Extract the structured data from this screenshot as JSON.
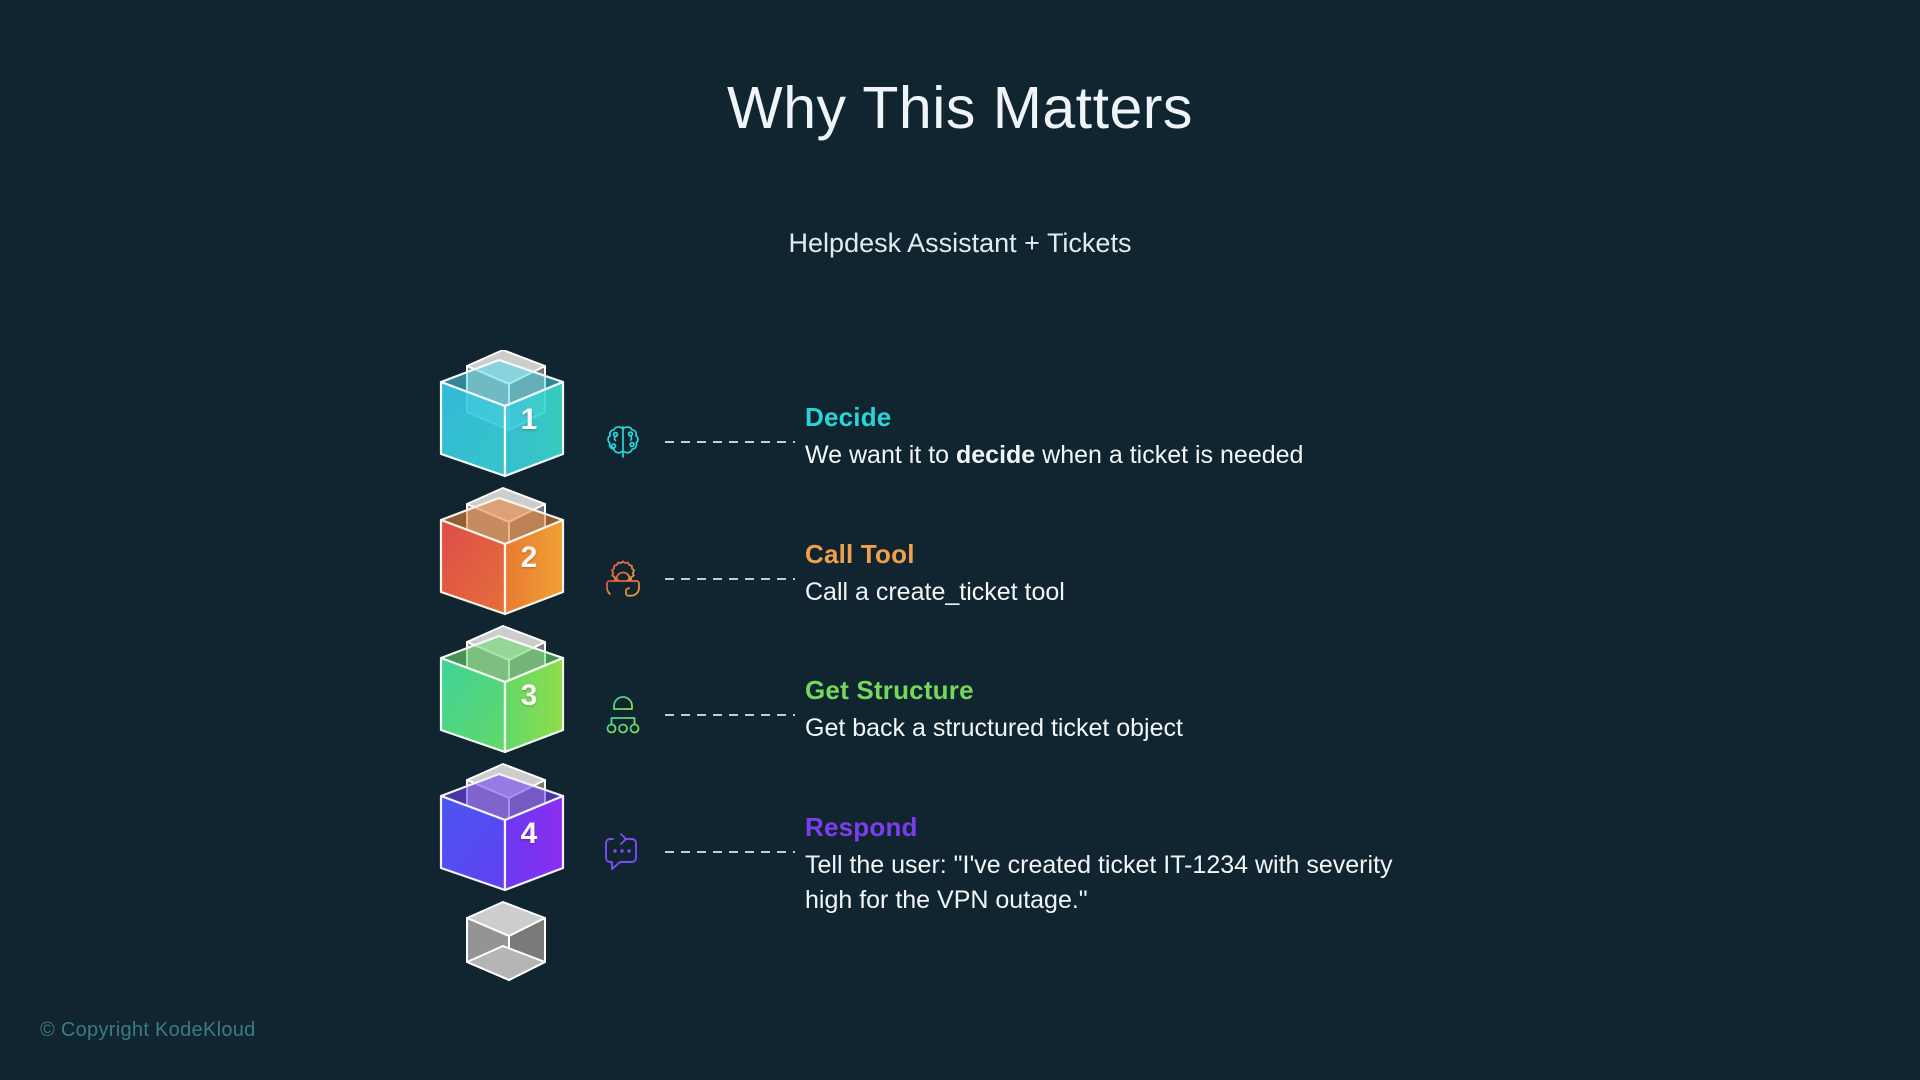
{
  "slide": {
    "title": "Why This Matters",
    "subtitle": "Helpdesk Assistant + Tickets",
    "background_color": "#10252f",
    "footer": "© Copyright KodeKloud"
  },
  "steps": [
    {
      "number": "1",
      "heading": "Decide",
      "heading_color": "#2ad4d8",
      "body_prefix": "We want it to ",
      "body_bold": "decide",
      "body_suffix": " when a ticket is needed",
      "body_full": "We want it to decide when a ticket is needed",
      "icon": "brain-icon",
      "icon_color": "#2ad4d8",
      "cube_colors": [
        "#35c6e8",
        "#3ad9c9"
      ]
    },
    {
      "number": "2",
      "heading": "Call Tool",
      "heading_color": "#f0a04b",
      "body_prefix": "",
      "body_bold": "",
      "body_suffix": "Call a create_ticket tool",
      "body_full": "Call a create_ticket tool",
      "icon": "gear-phone-support-icon",
      "icon_color": "#e0513f",
      "cube_colors": [
        "#e0513f",
        "#ef9b34"
      ]
    },
    {
      "number": "3",
      "heading": "Get Structure",
      "heading_color": "#72d95c",
      "body_prefix": "",
      "body_bold": "",
      "body_suffix": "Get back a structured ticket object",
      "body_full": "Get back a structured ticket object",
      "icon": "hierarchy-sitemap-icon",
      "icon_color": "#46d6a0",
      "cube_colors": [
        "#3fd39a",
        "#8ede4a"
      ]
    },
    {
      "number": "4",
      "heading": "Respond",
      "heading_color": "#7c3df0",
      "body_prefix": "",
      "body_bold": "",
      "body_suffix": "Tell the user: \"I've created ticket IT-1234 with severity high for the VPN outage.\"",
      "body_full": "Tell the user: \"I've created ticket IT-1234 with severity high for the VPN outage.\"",
      "icon": "chat-reply-icon",
      "icon_color": "#7c4df2",
      "cube_colors": [
        "#4a57f0",
        "#8b2ef0"
      ]
    }
  ],
  "connector": {
    "name": "gray-connector-block",
    "color_light": "#b9b9b9",
    "color_mid": "#8d8d8d",
    "color_dark": "#767676"
  }
}
